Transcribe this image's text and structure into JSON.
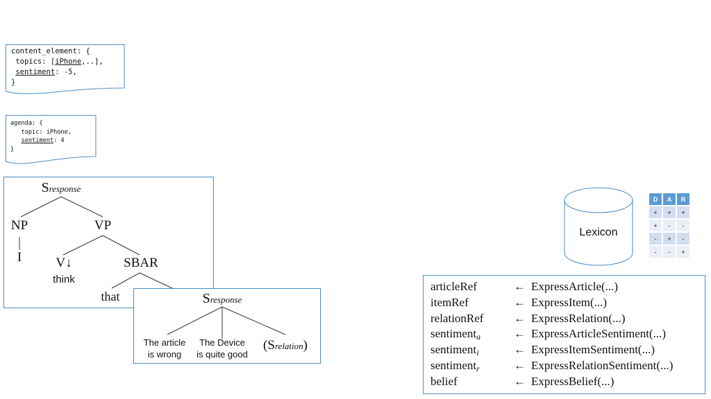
{
  "content_element_card": {
    "lines": [
      [
        {
          "t": "content_element: {"
        }
      ],
      [
        {
          "t": " topics: ["
        },
        {
          "t": "iPhone",
          "u": true
        },
        {
          "t": ",..],"
        }
      ],
      [
        {
          "t": " "
        },
        {
          "t": "sentiment",
          "u": true
        },
        {
          "t": ": -5,"
        }
      ],
      [
        {
          "t": "}"
        }
      ]
    ]
  },
  "agenda_card": {
    "lines": [
      [
        {
          "t": "agenda: {"
        }
      ],
      [
        {
          "t": "   topic: iPhone,"
        }
      ],
      [
        {
          "t": "   "
        },
        {
          "t": "sentiment",
          "u": true
        },
        {
          "t": ": 4"
        }
      ],
      [
        {
          "t": "}"
        }
      ]
    ]
  },
  "tree1": {
    "root": {
      "main": "S",
      "sub": "response"
    },
    "np": "NP",
    "vp": "VP",
    "pronoun": "I",
    "verb": "V↓",
    "sbar": "SBAR",
    "think": "think",
    "that": "that"
  },
  "tree2": {
    "root": {
      "main": "S",
      "sub": "response"
    },
    "leaf1": [
      "The article",
      "is wrong"
    ],
    "leaf2": [
      "The Device",
      "is quite good"
    ],
    "leaf3": {
      "open": "(S",
      "sub": "relation",
      "close": ")"
    }
  },
  "lexicon": {
    "label": "Lexicon"
  },
  "dar_table": {
    "headers": [
      "D",
      "A",
      "R"
    ],
    "rows": [
      [
        "+",
        "+",
        "+"
      ],
      [
        "+",
        "-",
        "-"
      ],
      [
        "-",
        "+",
        "-"
      ],
      [
        "-",
        "-",
        "+"
      ]
    ]
  },
  "expressions": {
    "arrow": "←",
    "rows": [
      {
        "lhs": "articleRef",
        "sub": "",
        "rhs": "ExpressArticle(...)"
      },
      {
        "lhs": "itemRef",
        "sub": "",
        "rhs": "ExpressItem(...)"
      },
      {
        "lhs": "relationRef",
        "sub": "",
        "rhs": "ExpressRelation(...)"
      },
      {
        "lhs": "sentiment",
        "sub": "a",
        "rhs": "ExpressArticleSentiment(...)"
      },
      {
        "lhs": "sentiment",
        "sub": "i",
        "rhs": "ExpressItemSentiment(...)"
      },
      {
        "lhs": "sentiment",
        "sub": "r",
        "rhs": "ExpressRelationSentiment(...)"
      },
      {
        "lhs": "belief",
        "sub": "",
        "rhs": "ExpressBelief(...)"
      }
    ]
  },
  "colors": {
    "frame": "#4a8bc4",
    "table_header": "#5b9bd5",
    "table_row_a": "#d2deef",
    "table_row_b": "#eaeff7"
  }
}
